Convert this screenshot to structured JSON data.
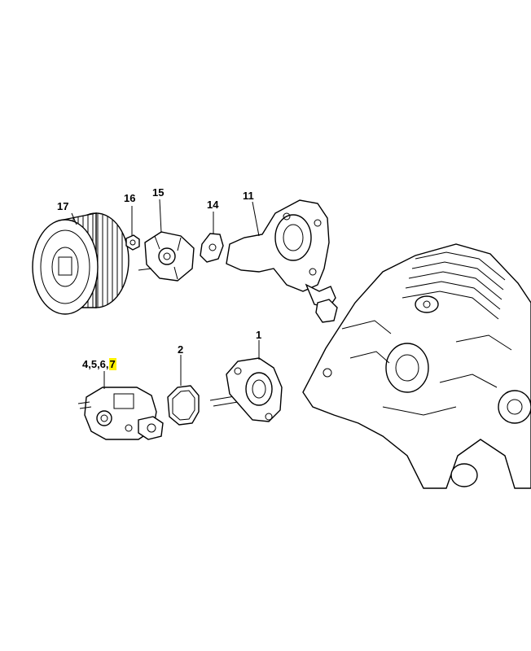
{
  "callouts": {
    "p17": "17",
    "p16": "16",
    "p15": "15",
    "p14": "14",
    "p11": "11",
    "p1": "1",
    "p2": "2",
    "p4567_prefix": "4,5,6,",
    "p4567_highlight": "7"
  },
  "colors": {
    "highlight": "#fff200",
    "ink": "#000000",
    "background": "#ffffff"
  },
  "icons": {
    "air_filter": "air-filter-drum",
    "nut": "hex-nut",
    "filter_base": "filter-base",
    "bracket": "support-bracket",
    "manifold": "intake-manifold",
    "flange": "carburetor-flange",
    "gasket": "gasket",
    "carburetor": "carburetor",
    "engine": "chainsaw-engine-housing"
  }
}
